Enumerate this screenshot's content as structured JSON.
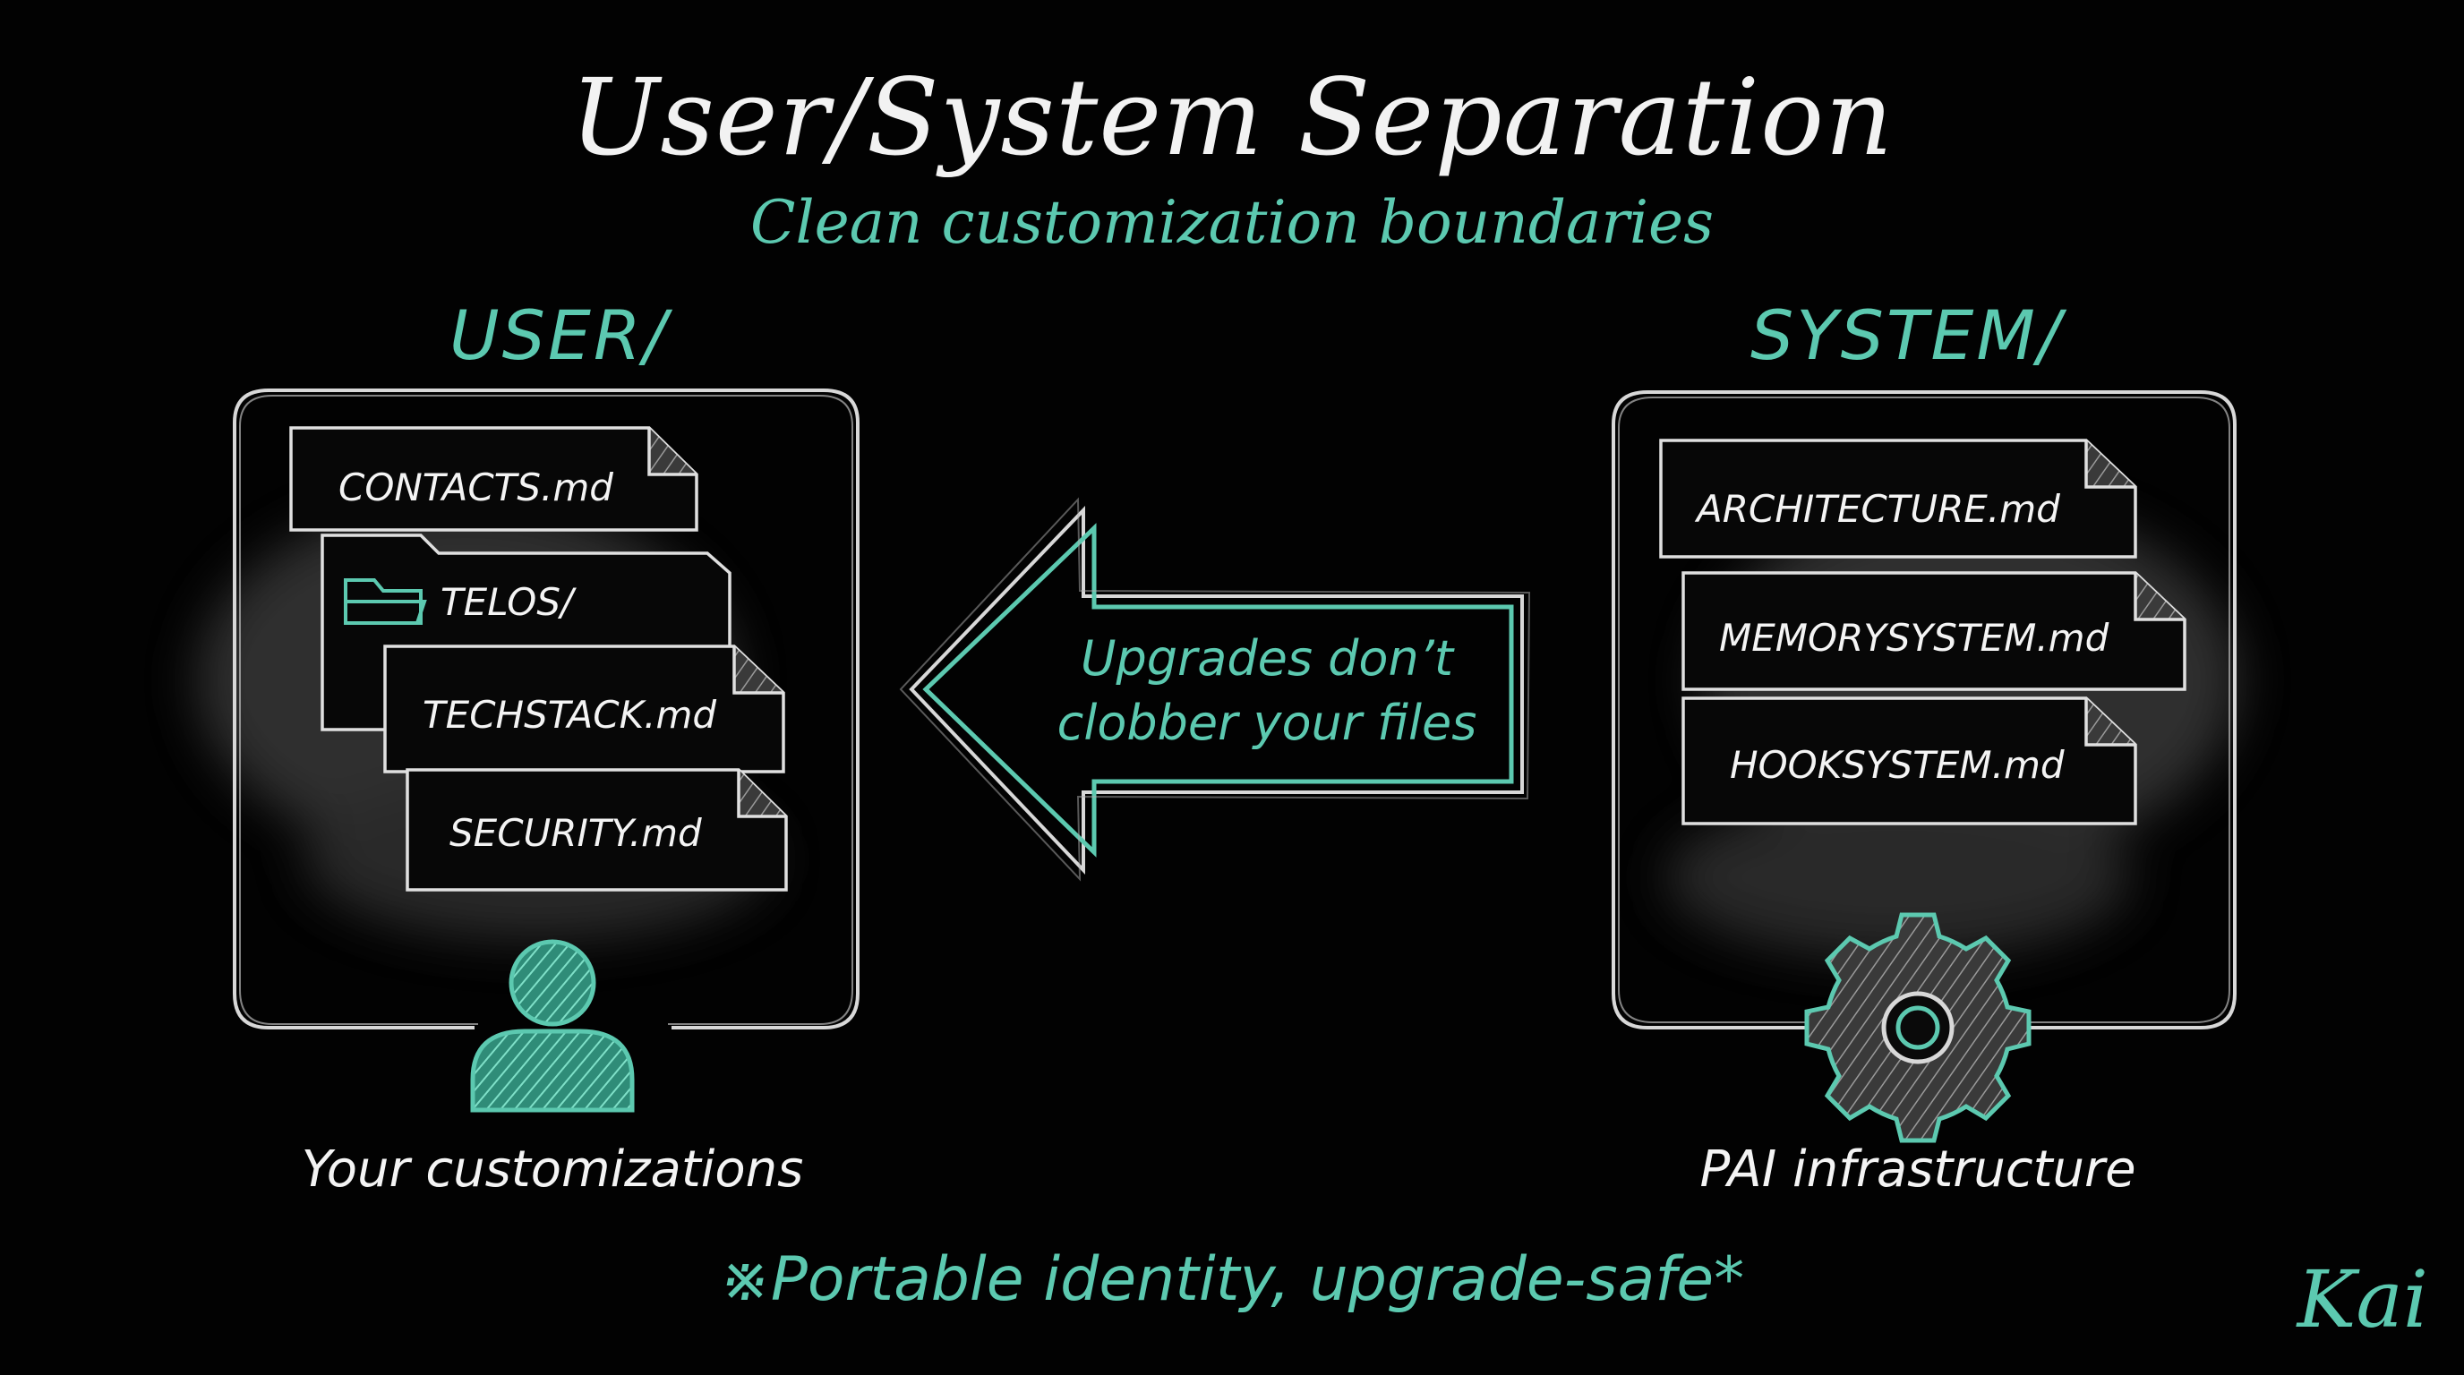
{
  "title": "User/System Separation",
  "subtitle": "Clean customization boundaries",
  "user": {
    "heading": "USER/",
    "files": [
      "CONTACTS.md",
      "TELOS/",
      "TECHSTACK.md",
      "SECURITY.md"
    ],
    "caption": "Your customizations",
    "icon": "person-icon"
  },
  "system": {
    "heading": "SYSTEM/",
    "files": [
      "ARCHITECTURE.md",
      "MEMORYSYSTEM.md",
      "HOOKSYSTEM.md"
    ],
    "caption": "PAI infrastructure",
    "icon": "gear-icon"
  },
  "arrow": {
    "line1": "Upgrades don’t",
    "line2": "clobber your files"
  },
  "footer": "※Portable identity, upgrade-safe*",
  "signature": "Kai",
  "colors": {
    "accent": "#5cc9b0",
    "text": "#f4f4f4",
    "background": "#020202"
  }
}
